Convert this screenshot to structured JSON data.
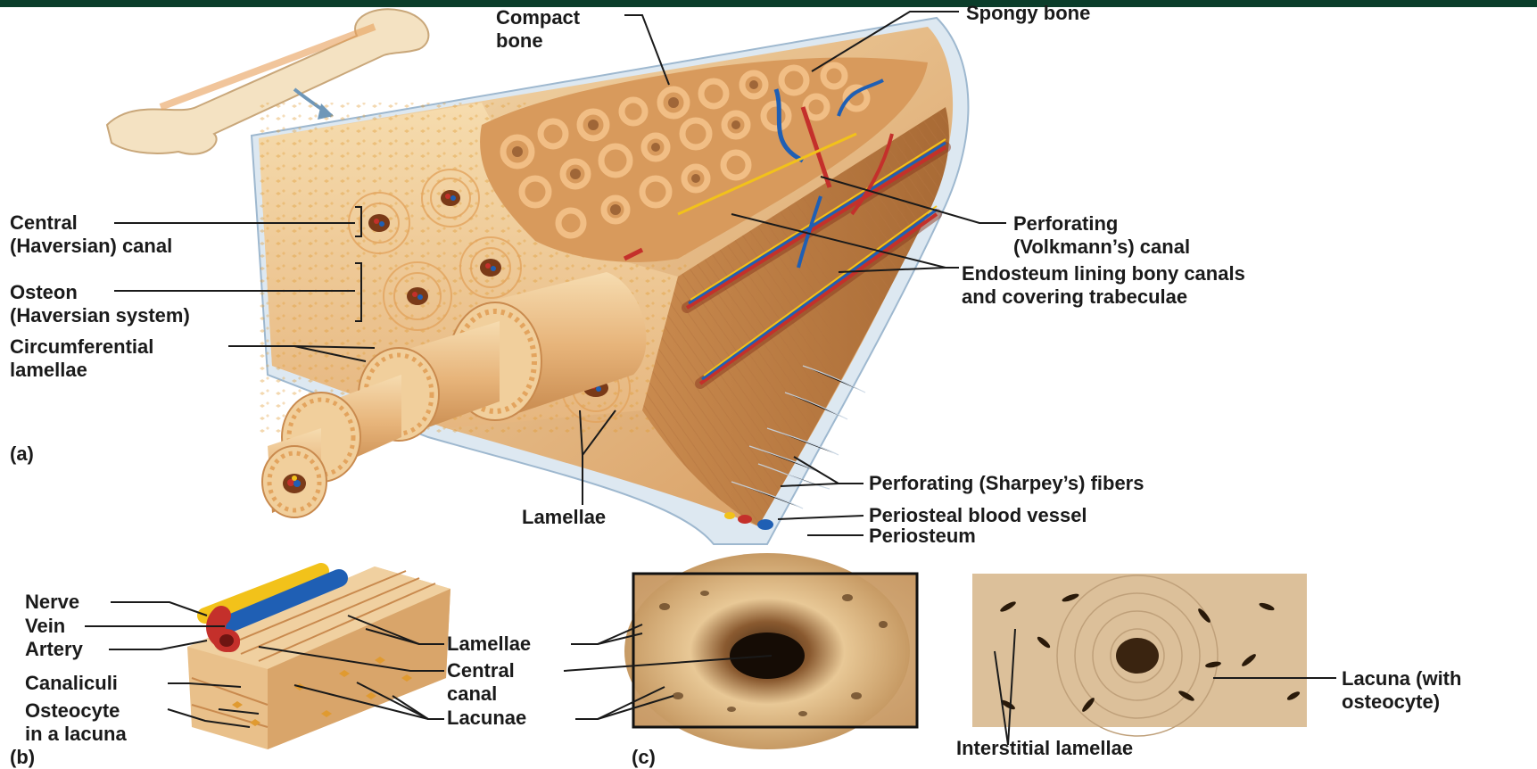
{
  "labels": {
    "compact_bone_1": "Compact",
    "compact_bone_2": "bone",
    "spongy_bone": "Spongy bone",
    "central_canal_1": "Central",
    "central_canal_2": "(Haversian) canal",
    "osteon_1": "Osteon",
    "osteon_2": "(Haversian system)",
    "circumferential_1": "Circumferential",
    "circumferential_2": "lamellae",
    "panel_a": "(a)",
    "perforating_canal_1": "Perforating",
    "perforating_canal_2": "(Volkmann’s) canal",
    "endosteum_1": "Endosteum lining bony canals",
    "endosteum_2": "and covering trabeculae",
    "lamellae_a": "Lamellae",
    "sharpey": "Perforating (Sharpey’s) fibers",
    "periosteal_vessel": "Periosteal blood vessel",
    "periosteum": "Periosteum",
    "nerve": "Nerve",
    "vein": "Vein",
    "artery": "Artery",
    "canaliculi": "Canaliculi",
    "osteocyte_1": "Osteocyte",
    "osteocyte_2": "in a lacuna",
    "panel_b": "(b)",
    "lamellae_b": "Lamellae",
    "central_canal_b_1": "Central",
    "central_canal_b_2": "canal",
    "lacunae": "Lacunae",
    "panel_c": "(c)",
    "interstitial": "Interstitial lamellae",
    "lacuna_osteocyte_1": "Lacuna (with",
    "lacuna_osteocyte_2": "osteocyte)"
  },
  "colors": {
    "bone_light": "#f2d4a6",
    "bone_mid": "#e4b57e",
    "bone_dark": "#c98a4e",
    "spongy": "#d99a5e",
    "artery": "#c4302b",
    "vein": "#1f5fb4",
    "nerve": "#f2c21a",
    "periosteum": "#cfe0ef",
    "leader": "#1a1a1a",
    "header_bar": "#0b3d2a"
  }
}
